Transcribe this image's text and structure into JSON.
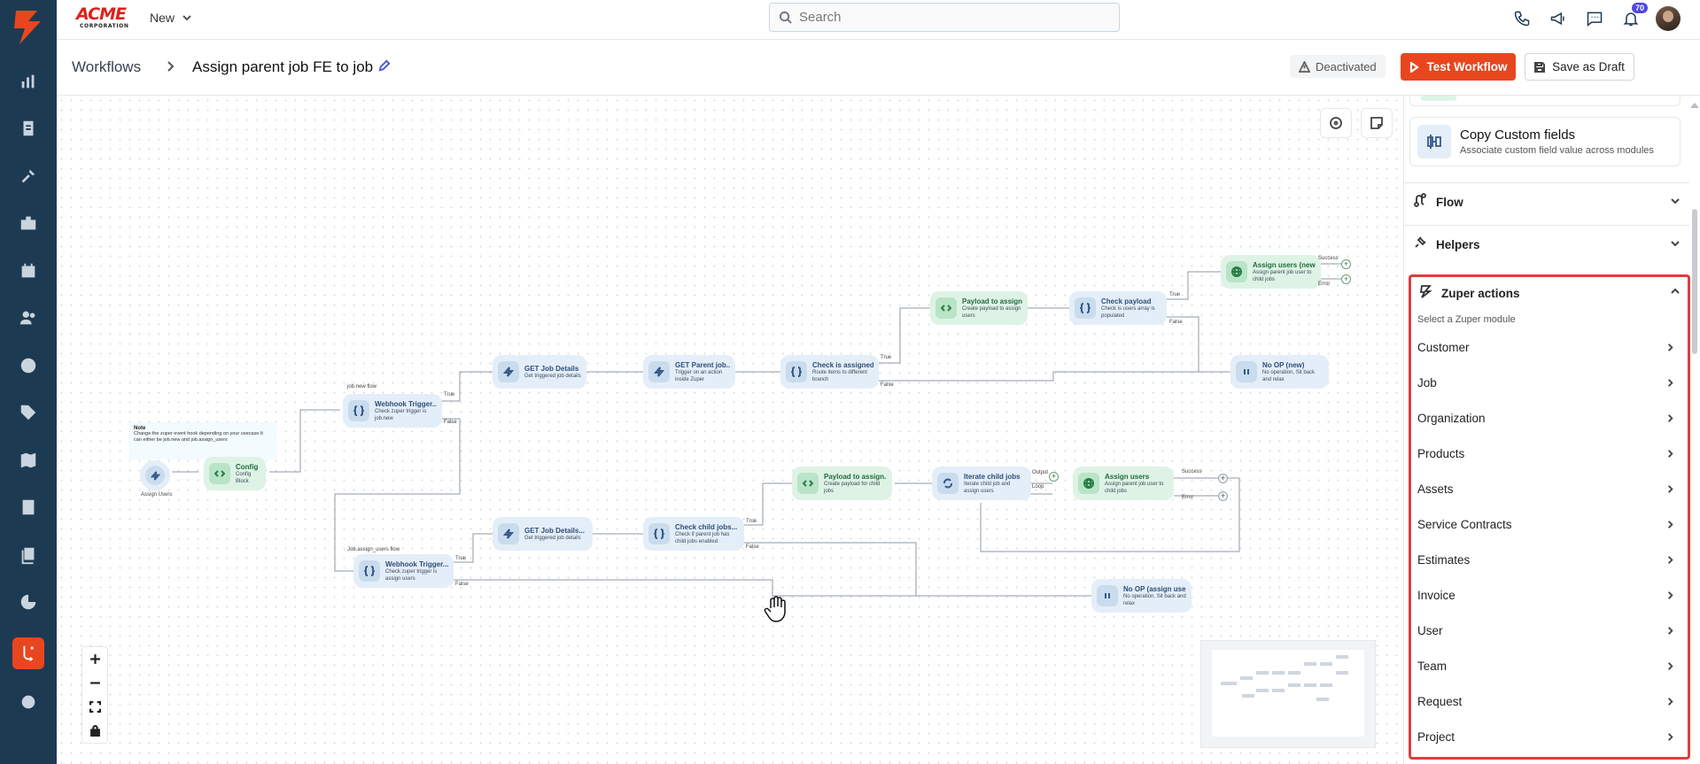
{
  "topbar": {
    "new_label": "New",
    "search_placeholder": "Search",
    "notification_count": "70"
  },
  "brand": {
    "line1": "ACME",
    "line2": "CORPORATION"
  },
  "header": {
    "breadcrumb_root": "Workflows",
    "title": "Assign parent job FE to job",
    "status": "Deactivated",
    "test_button": "Test Workflow",
    "draft_button": "Save as Draft"
  },
  "canvas": {
    "note_title": "Note",
    "note_body": "Change the zuper event hook depending on your usecase It can either be job.new and job.assign_users",
    "start_label": "Assign Users",
    "flow1_label": "job.new flow",
    "flow2_label": "Job.assign_users flow",
    "edge_labels": {
      "true": "True",
      "false": "False",
      "success": "Success",
      "error": "Error",
      "output": "Output",
      "loop": "Loop"
    },
    "nodes": [
      {
        "id": "config",
        "title": "Config",
        "sub": "Config Block"
      },
      {
        "id": "wh1",
        "title": "Webhook Trigger...",
        "sub": "Check zuper trigger is job.new"
      },
      {
        "id": "get1",
        "title": "GET Job Details",
        "sub": "Get triggered job details"
      },
      {
        "id": "getp",
        "title": "GET Parent job...",
        "sub": "Trigger on an action inside Zuper"
      },
      {
        "id": "chk",
        "title": "Check is assigned...",
        "sub": "Route items to different branch"
      },
      {
        "id": "pay1",
        "title": "Payload to assign...",
        "sub": "Create payload to assign users"
      },
      {
        "id": "chkp",
        "title": "Check payload",
        "sub": "Check is users array is populated"
      },
      {
        "id": "asn1",
        "title": "Assign users (new)",
        "sub": "Assign parent job user to child jobs"
      },
      {
        "id": "noop1",
        "title": "No OP (new)",
        "sub": "No operation, Sit back and relax"
      },
      {
        "id": "wh2",
        "title": "Webhook Trigger...",
        "sub": "Check zuper trigger is assign users"
      },
      {
        "id": "get2",
        "title": "GET Job Details...",
        "sub": "Get triggered job details"
      },
      {
        "id": "chkc",
        "title": "Check child jobs...",
        "sub": "Check if parent job has child jobs enabled"
      },
      {
        "id": "pay2",
        "title": "Payload to assign...",
        "sub": "Create payload for child jobs"
      },
      {
        "id": "iter",
        "title": "Iterate child jobs",
        "sub": "Iterate child job and assign users"
      },
      {
        "id": "asn2",
        "title": "Assign users",
        "sub": "Assign parent job user to child jobs"
      },
      {
        "id": "noop2",
        "title": "No OP (assign users)",
        "sub": "No operation, Sit back and relax"
      }
    ]
  },
  "panel": {
    "card_title": "Copy Custom fields",
    "card_sub": "Associate custom field value across modules",
    "flow_label": "Flow",
    "helpers_label": "Helpers",
    "zuper_label": "Zuper actions",
    "zuper_sub": "Select a Zuper module",
    "modules": [
      "Customer",
      "Job",
      "Organization",
      "Products",
      "Assets",
      "Service Contracts",
      "Estimates",
      "Invoice",
      "User",
      "Team",
      "Request",
      "Project"
    ]
  }
}
